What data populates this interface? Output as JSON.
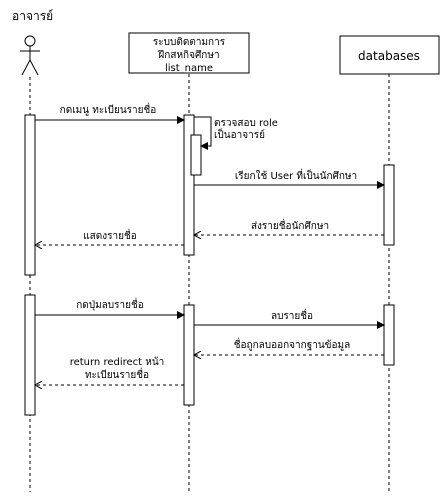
{
  "actor_label": "อาจารย์",
  "participants": {
    "system": {
      "lines": [
        "ระบบติดตามการ",
        "ฝึกสหกิจศึกษา",
        "list_name"
      ]
    },
    "database": {
      "label": "databases"
    }
  },
  "messages": [
    {
      "id": "m1",
      "lines": [
        "กดเมนู ทะเบียนรายชื่อ"
      ]
    },
    {
      "id": "m2",
      "lines": [
        "ตรวจสอบ role",
        "เป็นอาจารย์"
      ]
    },
    {
      "id": "m3",
      "lines": [
        "เรียกใช้ User ที่เป็นนักศึกษา"
      ]
    },
    {
      "id": "m4",
      "lines": [
        "ส่งรายชื่อนักศึกษา"
      ]
    },
    {
      "id": "m5",
      "lines": [
        "แสดงรายชื่อ"
      ]
    },
    {
      "id": "m6",
      "lines": [
        "กดปุ่มลบรายชื่อ"
      ]
    },
    {
      "id": "m7",
      "lines": [
        "ลบรายชื่อ"
      ]
    },
    {
      "id": "m8",
      "lines": [
        "ชื่อถูกลบออกจากฐานข้อมูล"
      ]
    },
    {
      "id": "m9",
      "lines": [
        "return redirect หน้า",
        "ทะเบียนรายชื่อ"
      ]
    }
  ]
}
